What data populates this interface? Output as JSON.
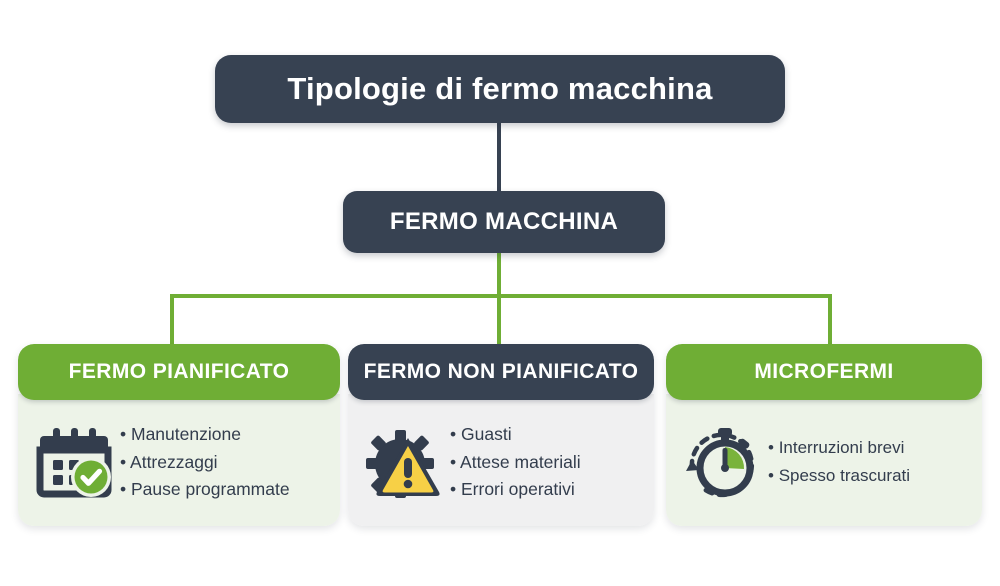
{
  "colors": {
    "dark": "#374252",
    "green": "#6FAE35",
    "yellow": "#F7D046",
    "body_green": "#EDF3E8",
    "body_gray": "#F0F0F1",
    "text_dark": "#333D4D",
    "background": "#FFFFFF"
  },
  "title": {
    "text": "Tipologie di fermo macchina"
  },
  "subtitle": {
    "text": "FERMO MACCHINA"
  },
  "cards": [
    {
      "header": "FERMO PIANIFICATO",
      "header_style": "green",
      "body_style": "green",
      "icon": "calendar-check-icon",
      "bullets": [
        "Manutenzione",
        "Attrezzaggi",
        "Pause programmate"
      ]
    },
    {
      "header": "FERMO NON PIANIFICATO",
      "header_style": "dark",
      "body_style": "gray",
      "icon": "gear-warning-icon",
      "bullets": [
        "Guasti",
        "Attese materiali",
        "Errori operativi"
      ]
    },
    {
      "header": "MICROFERMI",
      "header_style": "green",
      "body_style": "green",
      "icon": "stopwatch-icon",
      "bullets": [
        "Interruzioni brevi",
        "Spesso trascurati"
      ]
    }
  ]
}
